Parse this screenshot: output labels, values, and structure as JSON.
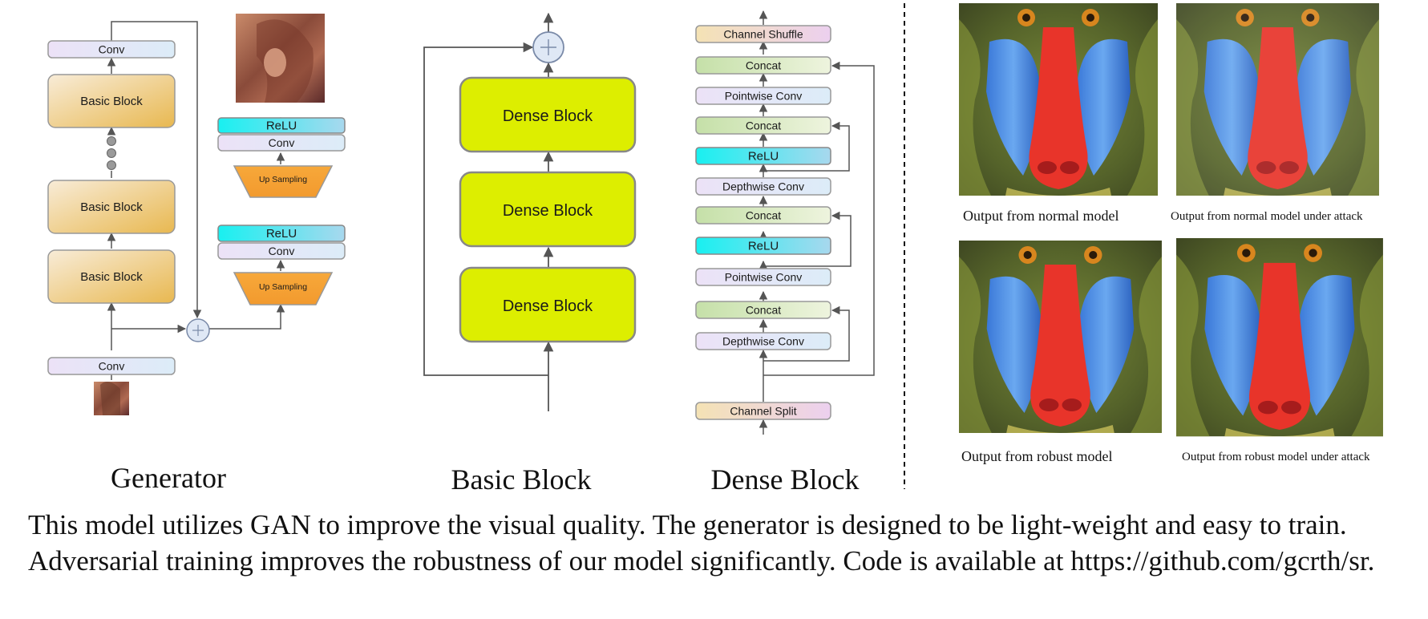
{
  "generator": {
    "title": "Generator",
    "conv_top": "Conv",
    "basic_block": "Basic Block",
    "conv_bottom": "Conv",
    "relu": "ReLU",
    "conv": "Conv",
    "up_sampling": "Up Sampling"
  },
  "basic_block": {
    "title": "Basic Block",
    "dense_block": "Dense Block"
  },
  "dense_block": {
    "title": "Dense Block",
    "channel_shuffle": "Channel Shuffle",
    "concat": "Concat",
    "pointwise_conv": "Pointwise Conv",
    "relu": "ReLU",
    "depthwise_conv": "Depthwise Conv",
    "channel_split": "Channel Split"
  },
  "results": {
    "normal": "Output from normal model",
    "normal_attack": "Output from normal model under attack",
    "robust": "Output from robust model",
    "robust_attack": "Output from robust model under attack"
  },
  "caption": "This model utilizes GAN to improve the visual quality. The generator is designed to be light-weight and easy to train. Adversarial training improves the robustness of our model significantly. Code is available at https://github.com/gcrth/sr.",
  "colors": {
    "dense_block": "#ddee00",
    "relu": "#22eeee",
    "up_sampling": "#f5a030",
    "basic_block": "#f0d9a8",
    "concat": "#cfe5b5",
    "channel": "#f2e0c0"
  }
}
